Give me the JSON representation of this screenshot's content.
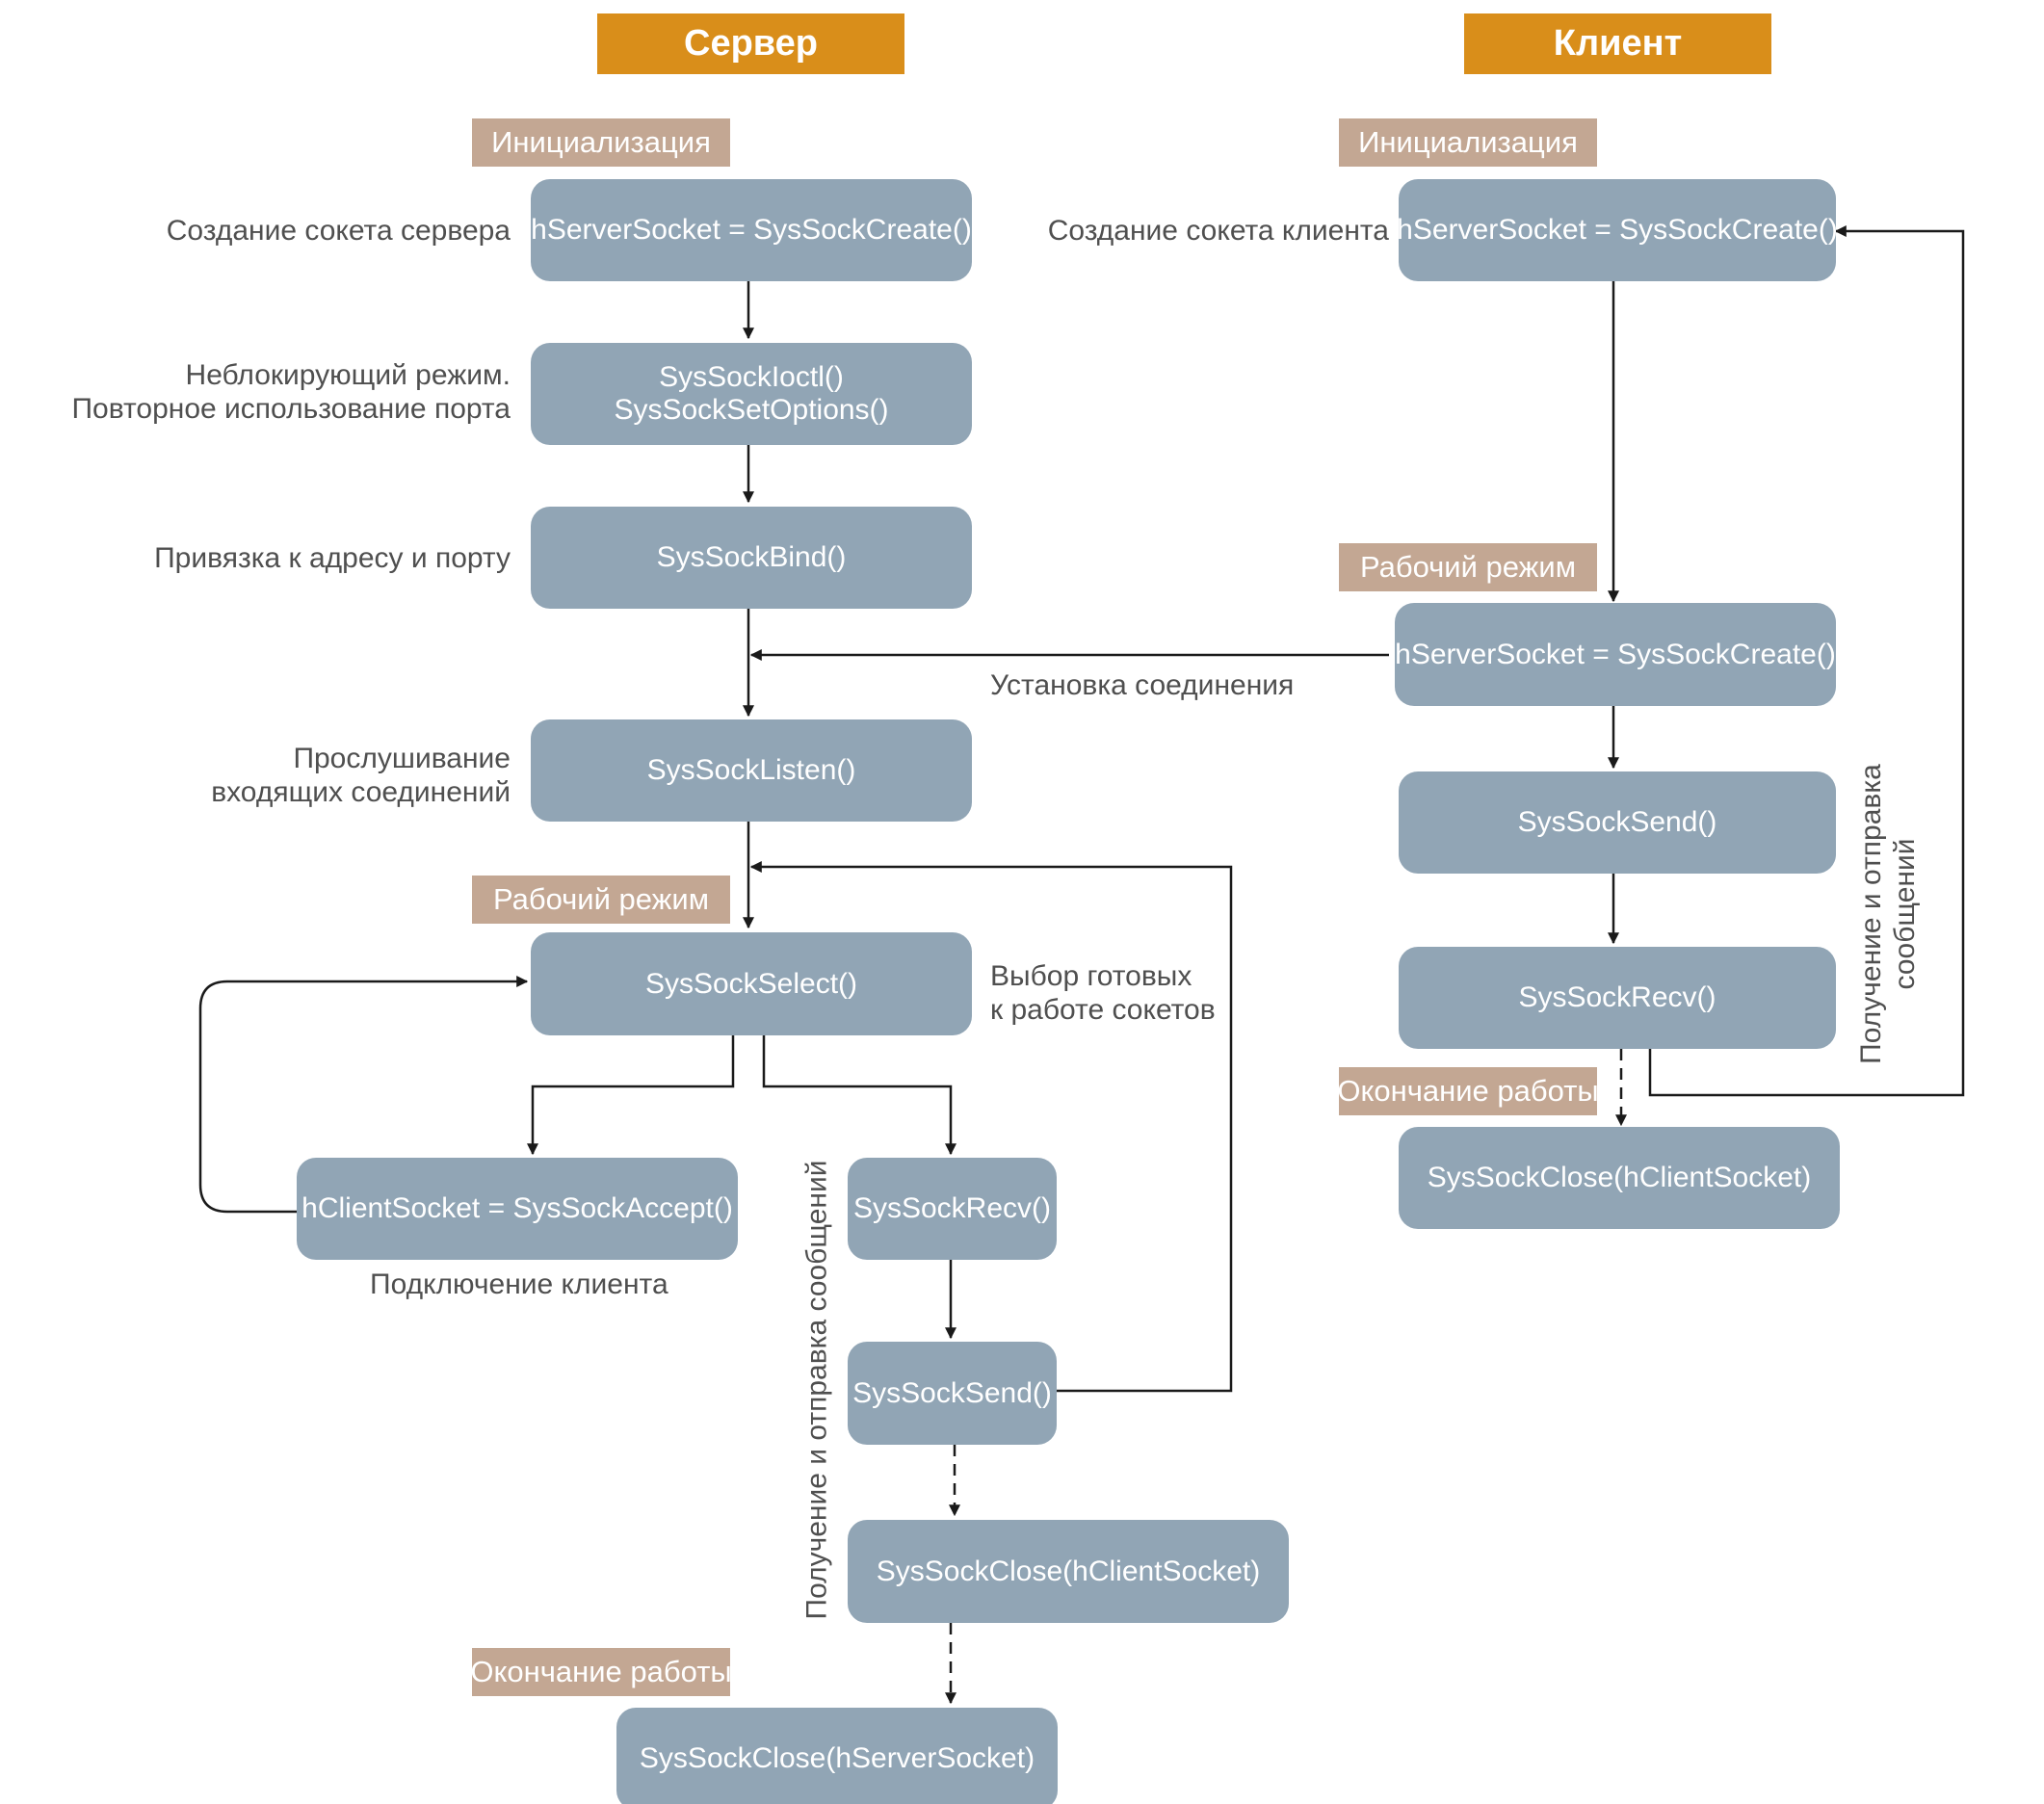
{
  "server": {
    "header": "Сервер",
    "init_label": "Инициализация",
    "work_label": "Рабочий режим",
    "end_label": "Окончание работы",
    "nodes": {
      "create": "hServerSocket = SysSockCreate()",
      "ioctl": "SysSockIoctl()",
      "setopt": "SysSockSetOptions()",
      "bind": "SysSockBind()",
      "listen": "SysSockListen()",
      "select": "SysSockSelect()",
      "accept": "hClientSocket = SysSockAccept()",
      "recv": "SysSockRecv()",
      "send": "SysSockSend()",
      "close_client": "SysSockClose(hClientSocket)",
      "close_server": "SysSockClose(hServerSocket)"
    },
    "labels": {
      "create": "Создание сокета сервера",
      "nonblocking_1": "Неблокирующий режим.",
      "nonblocking_2": "Повторное использование порта",
      "bind": "Привязка к адресу и порту",
      "listen_1": "Прослушивание",
      "listen_2": "входящих соединений",
      "select_1": "Выбор готовых",
      "select_2": "к работе сокетов",
      "accept": "Подключение клиента",
      "messaging": "Получение и отправка сообщений"
    }
  },
  "client": {
    "header": "Клиент",
    "init_label": "Инициализация",
    "work_label": "Рабочий режим",
    "end_label": "Окончание работы",
    "nodes": {
      "create": "hServerSocket = SysSockCreate()",
      "connect": "hServerSocket = SysSockCreate()",
      "send": "SysSockSend()",
      "recv": "SysSockRecv()",
      "close": "SysSockClose(hClientSocket)"
    },
    "labels": {
      "create": "Создание сокета клиента",
      "messaging_1": "Получение и отправка",
      "messaging_2": "сообщений"
    }
  },
  "connection_label": "Установка соединения",
  "colors": {
    "header": "#d98e1a",
    "section": "#c3a793",
    "node": "#91a5b5",
    "text": "#4f4f4f",
    "line": "#1a1a1a"
  }
}
